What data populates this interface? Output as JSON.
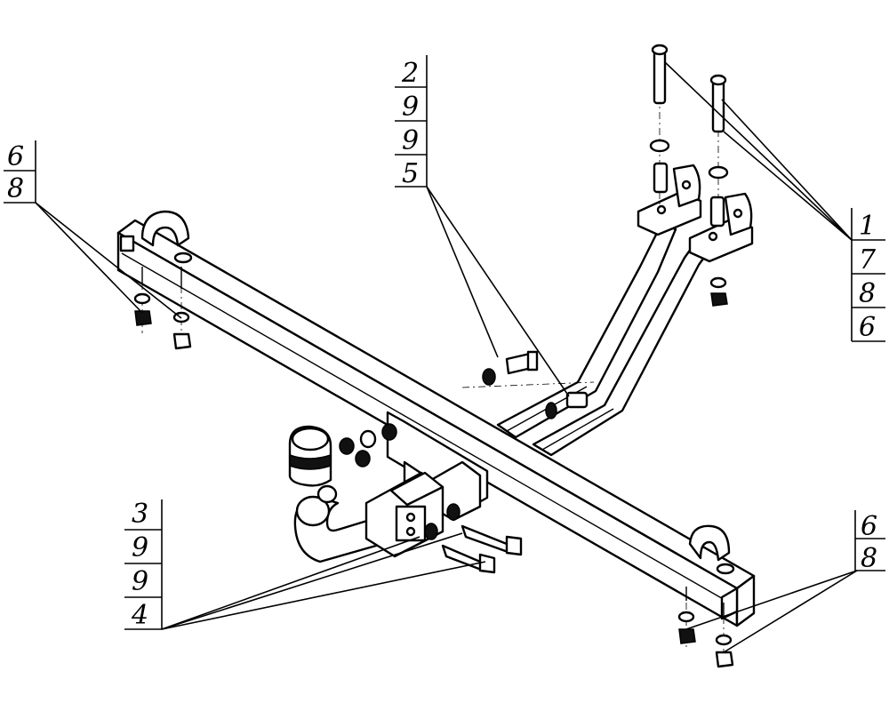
{
  "callouts": {
    "left_top": [
      "6",
      "8"
    ],
    "center_top": [
      "2",
      "9",
      "9",
      "5"
    ],
    "right_top": [
      "1",
      "7",
      "8",
      "6"
    ],
    "left_bottom": [
      "3",
      "9",
      "9",
      "4"
    ],
    "right_bottom": [
      "6",
      "8"
    ]
  }
}
